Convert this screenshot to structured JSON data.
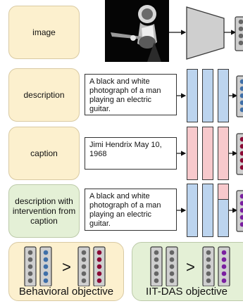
{
  "rows": [
    {
      "label": "image"
    },
    {
      "label": "description",
      "text": "A black and white photograph of a man playing an electric guitar."
    },
    {
      "label": "caption",
      "text": "Jimi Hendrix May 10, 1968"
    },
    {
      "label": "description with intervention from caption",
      "text": "A black and white photograph of a man playing an electric guitar."
    }
  ],
  "objectives": {
    "behavioral": {
      "title": "Behavioral objective",
      "symbol": ">"
    },
    "iit_das": {
      "title": "IIT-DAS objective",
      "symbol": ">"
    }
  },
  "colors": {
    "input_label_bg": "#fcf0ce",
    "intervention_label_bg": "#e4f0d6",
    "description_layer": "#bcd4ee",
    "caption_layer": "#f7c9cc",
    "encoder": "#cfcfcf",
    "description_dots": "#3f6fa8",
    "caption_dots": "#8b0a35",
    "intervened_dots": "#7a1fa0",
    "neutral_dots": "#666666"
  },
  "icons": [
    "photo-thumbnail",
    "image-encoder-trapezoid",
    "vector-column"
  ]
}
